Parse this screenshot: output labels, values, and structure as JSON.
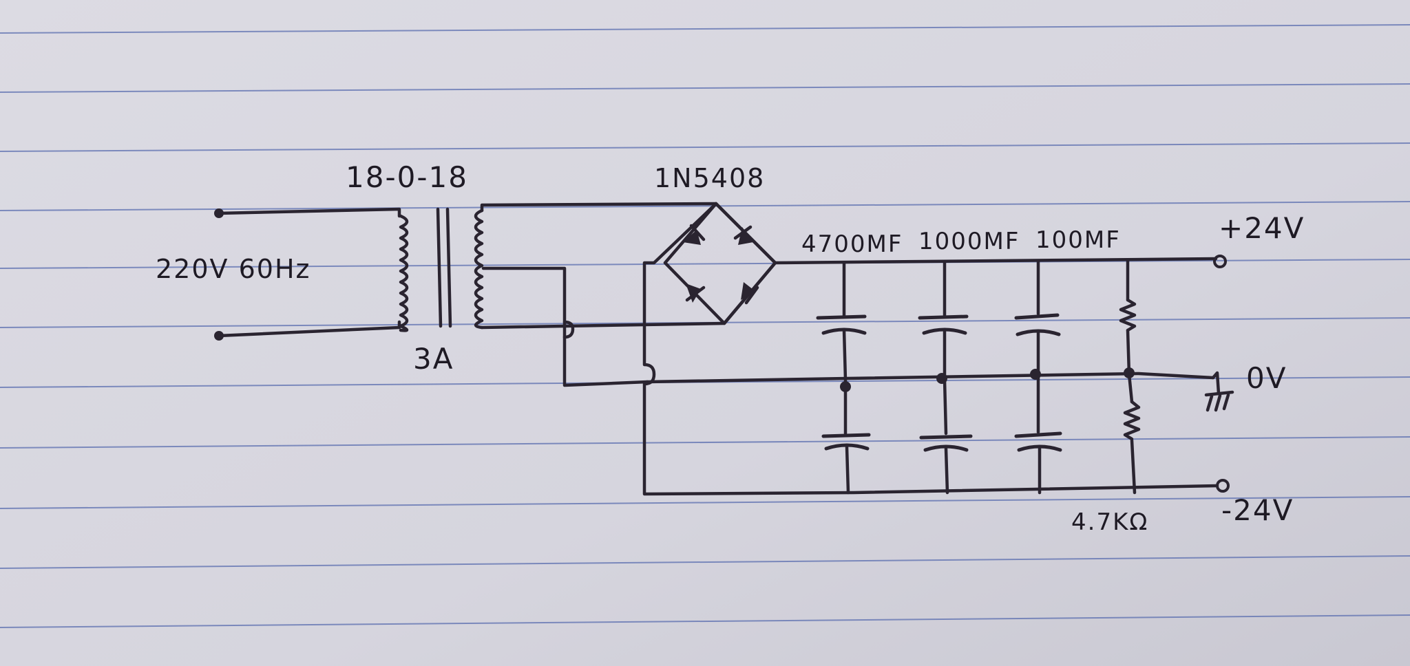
{
  "schematic": {
    "input_label": "220V 60Hz",
    "transformer_rating": "18-0-18",
    "transformer_current": "3A",
    "bridge_diode": "1N5408",
    "capacitors": [
      "4700MF",
      "1000MF",
      "100MF"
    ],
    "resistor_value": "4.7KΩ",
    "outputs": {
      "positive": "+24V",
      "ground": "0V",
      "negative": "-24V"
    }
  },
  "colors": {
    "paper": "#d9d8e0",
    "ruled_line": "#5c6fb0",
    "ink": "#2a2430"
  }
}
